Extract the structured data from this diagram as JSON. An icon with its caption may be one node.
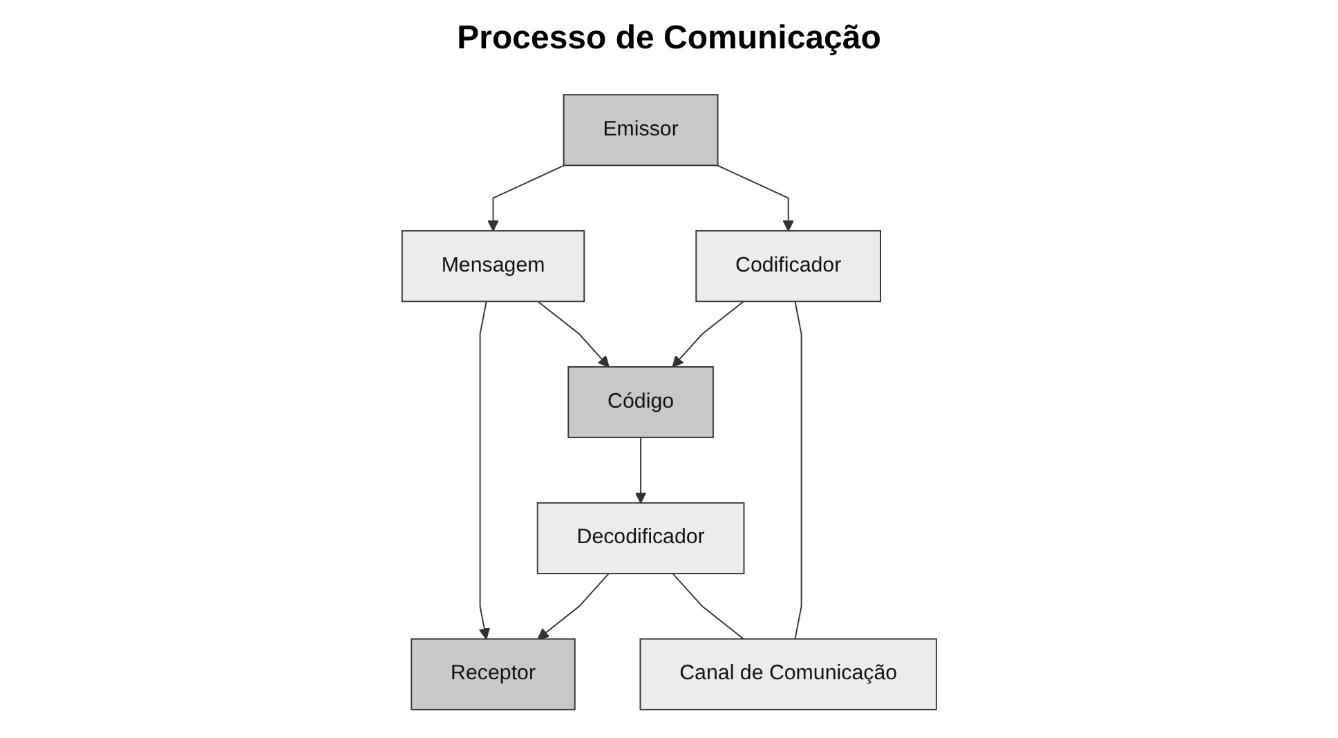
{
  "diagram": {
    "title": "Processo de Comunicação",
    "nodes": [
      {
        "text": [
          "Emissor"
        ]
      },
      {
        "text": [
          "Mensagem"
        ]
      },
      {
        "text": [
          "Receptor"
        ]
      },
      {
        "text": [
          "Codificador"
        ]
      },
      {
        "text": [
          "Decodificador"
        ]
      },
      {
        "text": [
          "Código"
        ]
      },
      {
        "text": [
          "Canal de Comunicação"
        ]
      }
    ],
    "edges": [
      {
        "from": 0,
        "to": 1,
        "arrow": "to"
      },
      {
        "from": 1,
        "to": 2,
        "arrow": "to"
      },
      {
        "from": 0,
        "to": 3,
        "arrow": "to"
      },
      {
        "from": 1,
        "to": 5,
        "arrow": "to"
      },
      {
        "from": 3,
        "to": 5,
        "arrow": "to"
      },
      {
        "from": 5,
        "to": 4,
        "arrow": "to"
      },
      {
        "from": 4,
        "to": 2,
        "arrow": "to"
      },
      {
        "from": 3,
        "to": 6,
        "arrow": "none"
      },
      {
        "from": 4,
        "to": 6,
        "arrow": "none"
      }
    ]
  }
}
